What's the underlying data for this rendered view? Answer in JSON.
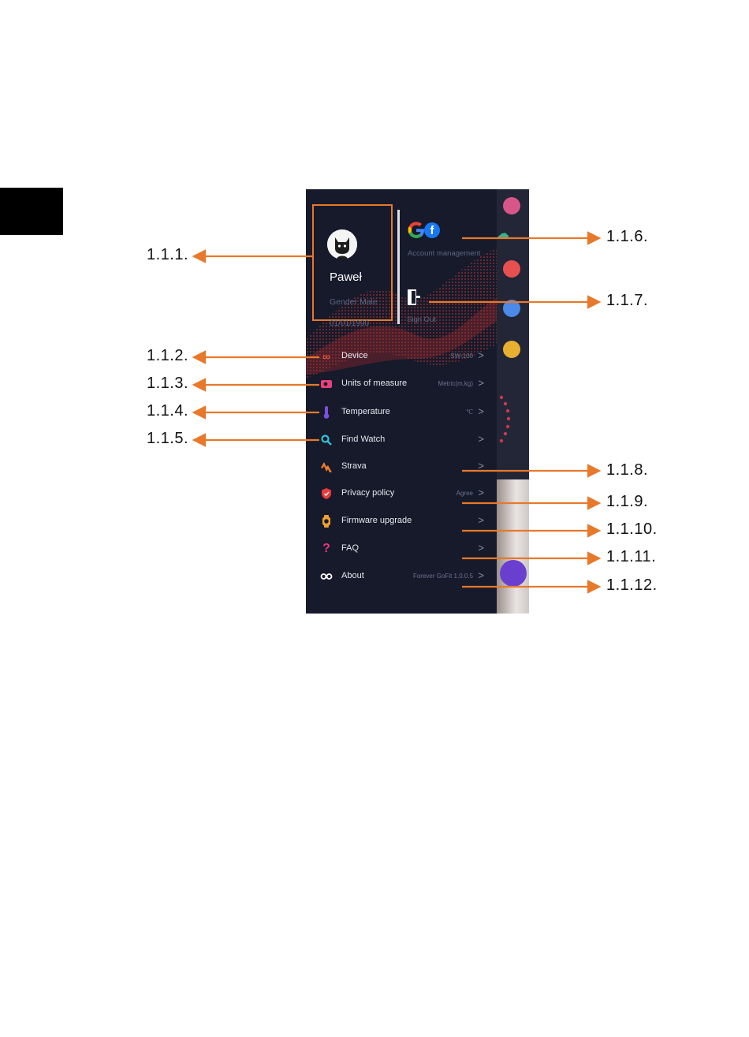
{
  "profile": {
    "name": "Paweł",
    "gender": "Gender Male",
    "birth": "01/01/1990"
  },
  "account": {
    "label": "Account management",
    "google_icon": "google-logo-icon",
    "facebook_icon": "facebook-logo-icon",
    "facebook_letter": "f"
  },
  "signout": {
    "label": "Sign Out",
    "icon": "exit-door-icon"
  },
  "menu": [
    {
      "label": "Device",
      "value": "SW-100",
      "icon": "link-icon",
      "color": "#e8523c"
    },
    {
      "label": "Units of measure",
      "value": "Metric(m,kg)",
      "icon": "ruler-icon",
      "color": "#e8407a"
    },
    {
      "label": "Temperature",
      "value": "℃",
      "icon": "thermometer-icon",
      "color": "#7b4fe0"
    },
    {
      "label": "Find Watch",
      "value": "",
      "icon": "search-icon",
      "color": "#2fc3d8"
    },
    {
      "label": "Strava",
      "value": "",
      "icon": "strava-icon",
      "color": "#f07d2a"
    },
    {
      "label": "Privacy policy",
      "value": "Agree",
      "icon": "shield-icon",
      "color": "#e83a3a"
    },
    {
      "label": "Firmware upgrade",
      "value": "",
      "icon": "watch-icon",
      "color": "#f0a030"
    },
    {
      "label": "FAQ",
      "value": "",
      "icon": "question-icon",
      "color": "#e83a7a"
    },
    {
      "label": "About",
      "value": "Forever GoFit 1.0.0.5",
      "icon": "infinity-icon",
      "color": "#ffffff"
    }
  ],
  "annotations": [
    "1.1.1.",
    "1.1.2.",
    "1.1.3.",
    "1.1.4.",
    "1.1.5.",
    "1.1.6.",
    "1.1.7.",
    "1.1.8.",
    "1.1.9.",
    "1.1.10.",
    "1.1.11.",
    "1.1.12."
  ],
  "colors": {
    "annotation_arrow": "#e8782a",
    "phone_bg": "#161a2b"
  }
}
